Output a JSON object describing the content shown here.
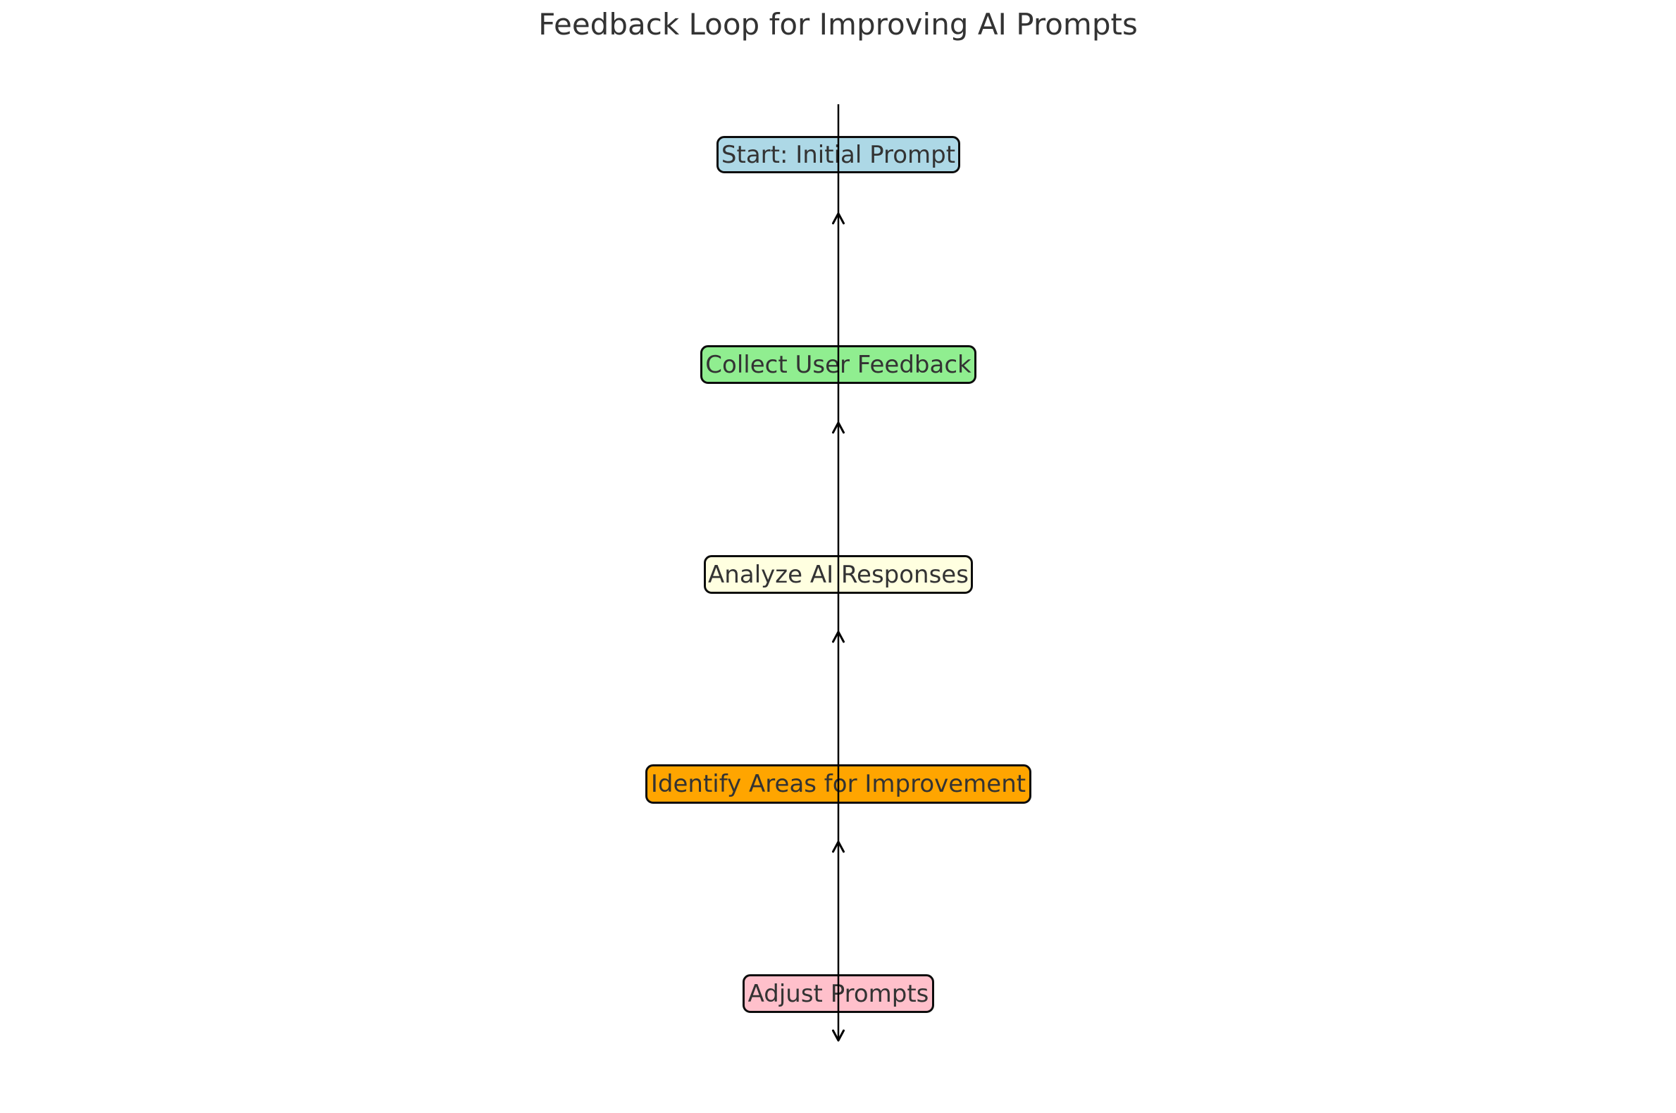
{
  "title": "Feedback Loop for Improving AI Prompts",
  "colors": {
    "background": "#ffffff",
    "title_text": "#333333",
    "node_text": "#333333",
    "node_border": "#0d0d0d",
    "line": "#000000"
  },
  "nodes": [
    {
      "id": "start",
      "label": "Start: Initial Prompt",
      "fill": "#ADD8E6"
    },
    {
      "id": "collect",
      "label": "Collect User Feedback",
      "fill": "#90EE90"
    },
    {
      "id": "analyze",
      "label": "Analyze AI Responses",
      "fill": "#FFFFE0"
    },
    {
      "id": "identify",
      "label": "Identify Areas for Improvement",
      "fill": "#FFA500"
    },
    {
      "id": "adjust",
      "label": "Adjust Prompts",
      "fill": "#FFC0CB"
    }
  ],
  "flow": {
    "line_style": "solid",
    "arrows": [
      {
        "position": "between-node-1-and-node-2",
        "direction": "up"
      },
      {
        "position": "between-node-2-and-node-3",
        "direction": "up"
      },
      {
        "position": "between-node-3-and-node-4",
        "direction": "up"
      },
      {
        "position": "between-node-4-and-node-5",
        "direction": "up"
      },
      {
        "position": "below-node-5",
        "direction": "down"
      }
    ]
  }
}
